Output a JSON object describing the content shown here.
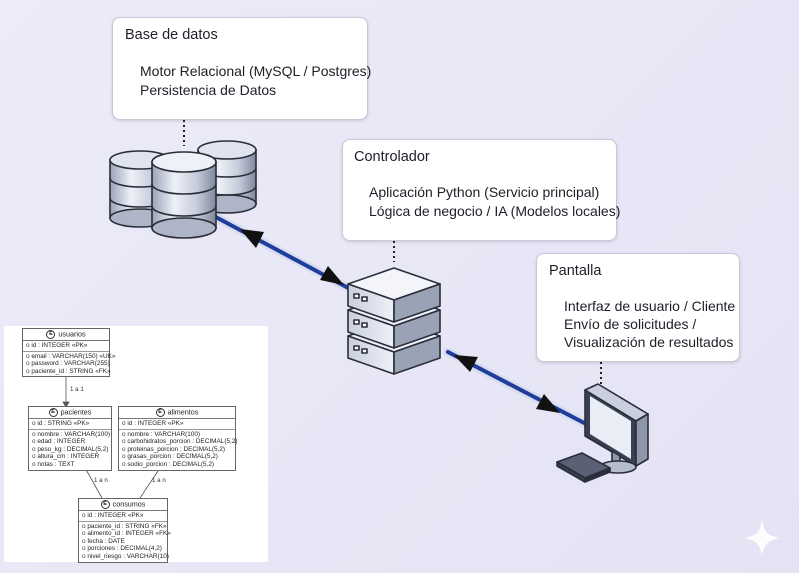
{
  "callouts": {
    "db": {
      "title": "Base de datos",
      "lines": [
        "Motor Relacional (MySQL / Postgres)",
        "Persistencia de Datos"
      ]
    },
    "ctrl": {
      "title": "Controlador",
      "lines": [
        "Aplicación Python (Servicio principal)",
        "Lógica de negocio / IA (Modelos locales)"
      ]
    },
    "screen": {
      "title": "Pantalla",
      "lines": [
        "Interfaz de usuario / Cliente",
        "Envío de solicitudes /",
        "Visualización de resultados"
      ]
    }
  },
  "erd": {
    "usuarios": {
      "name": "usuarios",
      "pk": [
        "id : INTEGER «PK»"
      ],
      "attrs": [
        "email : VARCHAR(150) «UK»",
        "password : VARCHAR(255)",
        "paciente_id : STRING «FK»"
      ]
    },
    "pacientes": {
      "name": "pacientes",
      "pk": [
        "id : STRING «PK»"
      ],
      "attrs": [
        "nombre : VARCHAR(100)",
        "edad : INTEGER",
        "peso_kg : DECIMAL(5,2)",
        "altura_cm : INTEGER",
        "notas : TEXT"
      ]
    },
    "alimentos": {
      "name": "alimentos",
      "pk": [
        "id : INTEGER «PK»"
      ],
      "attrs": [
        "nombre : VARCHAR(100)",
        "carbohidratos_porcion : DECIMAL(5,2)",
        "proteinas_porcion : DECIMAL(5,2)",
        "grasas_porcion : DECIMAL(5,2)",
        "sodio_porcion : DECIMAL(5,2)"
      ]
    },
    "consumos": {
      "name": "consumos",
      "pk": [
        "id : INTEGER «PK»"
      ],
      "attrs": [
        "paciente_id : STRING «FK»",
        "alimento_id : INTEGER «FK»",
        "fecha : DATE",
        "porciones : DECIMAL(4,2)",
        "nivel_riesgo : VARCHAR(10)"
      ]
    },
    "rel_usuarios_pacientes": "1 a 1",
    "rel_pacientes_consumos": "1 a n",
    "rel_alimentos_consumos": "1 a n",
    "entity_badge": "E"
  },
  "colors": {
    "link": "#1f3d9a",
    "arrow": "#111111",
    "metal_light": "#dde3ef",
    "metal_dark": "#5d6478"
  },
  "icons": [
    "database-cluster-icon",
    "server-stack-icon",
    "monitor-icon",
    "keyboard-icon",
    "sparkle-icon"
  ]
}
